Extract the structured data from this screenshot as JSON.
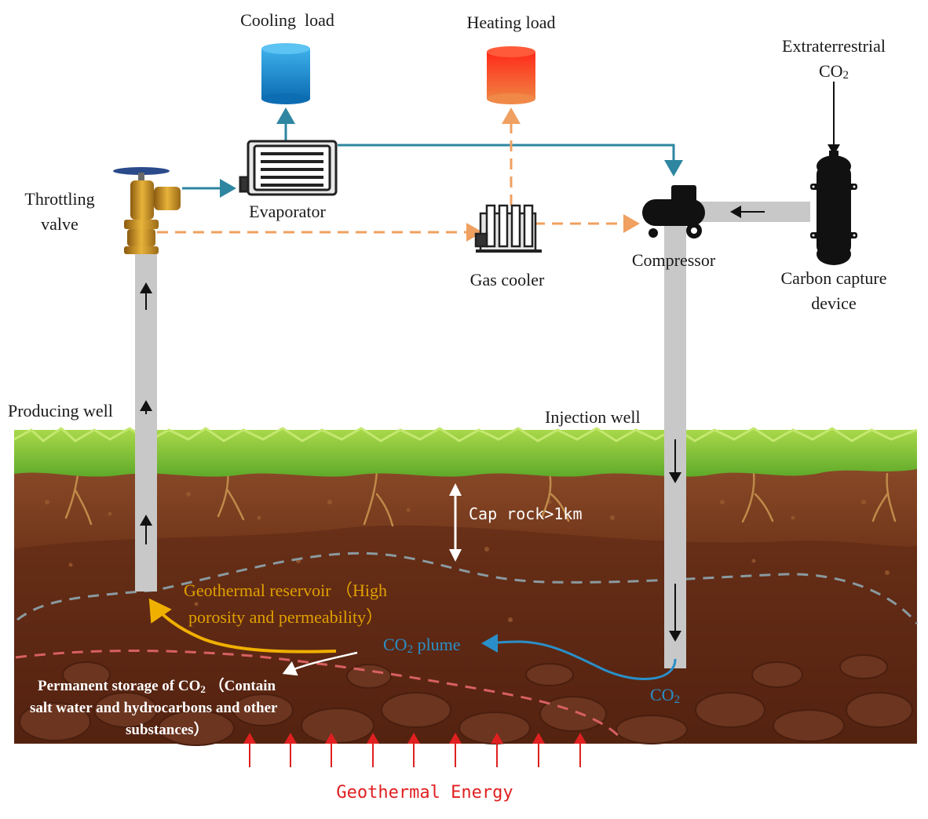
{
  "labels": {
    "cooling_load": "Cooling  load",
    "heating_load": "Heating load",
    "extraterrestrial_line1": "Extraterrestrial",
    "extraterrestrial_co2": "CO",
    "extraterrestrial_sub": "2",
    "throttling_line1": "Throttling",
    "throttling_line2": "valve",
    "evaporator": "Evaporator",
    "gas_cooler": "Gas cooler",
    "compressor": "Compressor",
    "carbon_capture_line1": "Carbon capture",
    "carbon_capture_line2": "device",
    "producing_well": "Producing well",
    "injection_well": "Injection well",
    "cap_rock": "Cap rock>1km",
    "reservoir_line1": "Geothermal reservoir （High",
    "reservoir_line2": "porosity and permeability）",
    "plume_co": "CO",
    "plume_sub": "2",
    "plume_rest": " plume",
    "storage_line1a": "Permanent storage of CO",
    "storage_sub": "2",
    "storage_line1b": " （Contain",
    "storage_line2": "salt water and hydrocarbons and other",
    "storage_line3": "substances）",
    "injected_co": "CO",
    "injected_sub": "2",
    "geothermal_energy": "Geothermal Energy"
  },
  "colors": {
    "water_loop": "#2e86a0",
    "heat_loop": "#f0a060",
    "pipe": "#c8c8c8",
    "cooling_tank": "#1d8fd4",
    "heating_tank": "#e8291c",
    "reservoir_text": "#e0a000",
    "plume_text": "#2a8fc8",
    "energy_red": "#e02020"
  }
}
